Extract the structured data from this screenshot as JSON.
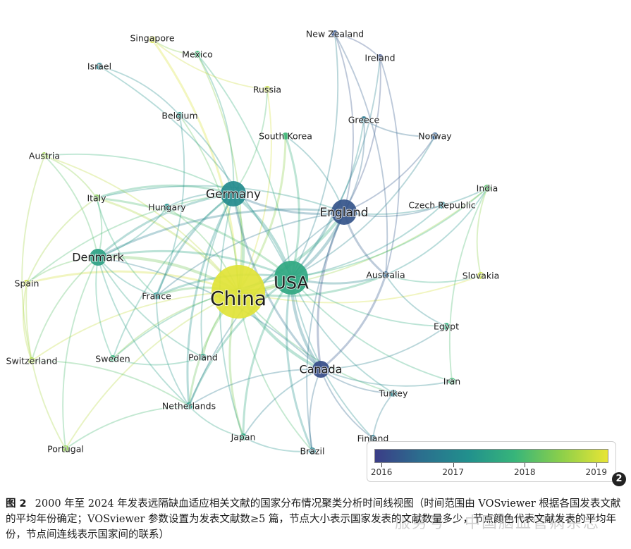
{
  "figure": {
    "caption_label": "图 2",
    "caption_text": "2000 年至 2024 年发表远隔缺血适应相关文献的国家分布情况聚类分析时间线视图（时间范围由 VOSviewer 根据各国发表文献的平均年份确定；VOSviewer 参数设置为发表文献数≥5 篇，节点大小表示国家发表的文献数量多少，节点颜色代表文献发表的平均年份，节点间连线表示国家间的联系）",
    "badge": "2",
    "watermark": "服务号 · 中国脑血管病杂志"
  },
  "legend": {
    "ticks": [
      "2016",
      "2017",
      "2018",
      "2019"
    ],
    "tick_values": [
      2016,
      2017,
      2018,
      2019
    ],
    "range": [
      2015.9,
      2019.15
    ],
    "colors": [
      "#3b3d87",
      "#2b6f8e",
      "#21908d",
      "#37b57a",
      "#8ccf4a",
      "#e8e535"
    ]
  },
  "network": {
    "nodes": [
      {
        "label": "China",
        "year": 2019.1,
        "size": "xl"
      },
      {
        "label": "USA",
        "year": 2017.6,
        "size": "l"
      },
      {
        "label": "Germany",
        "year": 2017.1,
        "size": "m"
      },
      {
        "label": "England",
        "year": 2016.2,
        "size": "m"
      },
      {
        "label": "Canada",
        "year": 2016.1,
        "size": "s"
      },
      {
        "label": "Denmark",
        "year": 2017.5,
        "size": "s"
      },
      {
        "label": "Australia",
        "year": 2016.4,
        "size": "xs"
      },
      {
        "label": "South Korea",
        "year": 2017.9,
        "size": "xs"
      },
      {
        "label": "Italy",
        "year": 2018.4,
        "size": "xs"
      },
      {
        "label": "France",
        "year": 2017.2,
        "size": "xs"
      },
      {
        "label": "Netherlands",
        "year": 2017.4,
        "size": "xs"
      },
      {
        "label": "Japan",
        "year": 2017.6,
        "size": "xs"
      },
      {
        "label": "Brazil",
        "year": 2016.9,
        "size": "xs"
      },
      {
        "label": "Sweden",
        "year": 2017.8,
        "size": "xs"
      },
      {
        "label": "Spain",
        "year": 2018.9,
        "size": "xs"
      },
      {
        "label": "Singapore",
        "year": 2019.0,
        "size": "xs"
      },
      {
        "label": "Mexico",
        "year": 2017.9,
        "size": "xs"
      },
      {
        "label": "Russia",
        "year": 2018.9,
        "size": "xs"
      },
      {
        "label": "Belgium",
        "year": 2017.3,
        "size": "xs"
      },
      {
        "label": "Israel",
        "year": 2016.9,
        "size": "xs"
      },
      {
        "label": "Austria",
        "year": 2018.6,
        "size": "xs"
      },
      {
        "label": "Hungary",
        "year": 2017.2,
        "size": "xs"
      },
      {
        "label": "Poland",
        "year": 2017.5,
        "size": "xs"
      },
      {
        "label": "Switzerland",
        "year": 2018.7,
        "size": "xs"
      },
      {
        "label": "Portugal",
        "year": 2018.5,
        "size": "xs"
      },
      {
        "label": "New Zealand",
        "year": 2016.2,
        "size": "xs"
      },
      {
        "label": "Ireland",
        "year": 2016.1,
        "size": "xs"
      },
      {
        "label": "Greece",
        "year": 2016.7,
        "size": "xs"
      },
      {
        "label": "Norway",
        "year": 2016.3,
        "size": "xs"
      },
      {
        "label": "India",
        "year": 2018.1,
        "size": "xs"
      },
      {
        "label": "Czech Republic",
        "year": 2016.9,
        "size": "xs"
      },
      {
        "label": "Slovakia",
        "year": 2018.9,
        "size": "xs"
      },
      {
        "label": "Egypt",
        "year": 2017.7,
        "size": "xs"
      },
      {
        "label": "Iran",
        "year": 2017.9,
        "size": "xs"
      },
      {
        "label": "Turkey",
        "year": 2016.9,
        "size": "xs"
      },
      {
        "label": "Finland",
        "year": 2016.7,
        "size": "xs"
      }
    ],
    "links": [
      [
        "China",
        "USA",
        5
      ],
      [
        "China",
        "Germany",
        3
      ],
      [
        "China",
        "England",
        3
      ],
      [
        "China",
        "Canada",
        3
      ],
      [
        "China",
        "Denmark",
        3
      ],
      [
        "China",
        "Australia",
        2
      ],
      [
        "China",
        "Italy",
        2
      ],
      [
        "China",
        "France",
        2
      ],
      [
        "China",
        "Netherlands",
        2
      ],
      [
        "China",
        "Japan",
        2
      ],
      [
        "China",
        "Singapore",
        2
      ],
      [
        "China",
        "Spain",
        2
      ],
      [
        "China",
        "South Korea",
        2
      ],
      [
        "China",
        "Sweden",
        1
      ],
      [
        "China",
        "Brazil",
        1
      ],
      [
        "China",
        "Russia",
        1
      ],
      [
        "China",
        "Austria",
        1
      ],
      [
        "China",
        "Switzerland",
        1
      ],
      [
        "China",
        "Portugal",
        1
      ],
      [
        "China",
        "Hungary",
        1
      ],
      [
        "China",
        "Poland",
        1
      ],
      [
        "China",
        "India",
        1
      ],
      [
        "China",
        "Slovakia",
        1
      ],
      [
        "China",
        "Turkey",
        1
      ],
      [
        "China",
        "Mexico",
        1
      ],
      [
        "China",
        "Belgium",
        1
      ],
      [
        "USA",
        "Germany",
        3
      ],
      [
        "USA",
        "England",
        3
      ],
      [
        "USA",
        "Canada",
        3
      ],
      [
        "USA",
        "Denmark",
        2
      ],
      [
        "USA",
        "Australia",
        2
      ],
      [
        "USA",
        "Japan",
        2
      ],
      [
        "USA",
        "Brazil",
        2
      ],
      [
        "USA",
        "South Korea",
        2
      ],
      [
        "USA",
        "France",
        2
      ],
      [
        "USA",
        "Italy",
        2
      ],
      [
        "USA",
        "Netherlands",
        2
      ],
      [
        "USA",
        "India",
        1
      ],
      [
        "USA",
        "Israel",
        1
      ],
      [
        "USA",
        "New Zealand",
        1
      ],
      [
        "USA",
        "Ireland",
        1
      ],
      [
        "USA",
        "Greece",
        1
      ],
      [
        "USA",
        "Norway",
        1
      ],
      [
        "USA",
        "Egypt",
        1
      ],
      [
        "USA",
        "Iran",
        1
      ],
      [
        "USA",
        "Turkey",
        1
      ],
      [
        "USA",
        "Finland",
        1
      ],
      [
        "USA",
        "Mexico",
        1
      ],
      [
        "USA",
        "Sweden",
        1
      ],
      [
        "USA",
        "Czech Republic",
        1
      ],
      [
        "Germany",
        "England",
        2
      ],
      [
        "Germany",
        "Denmark",
        2
      ],
      [
        "Germany",
        "Italy",
        2
      ],
      [
        "Germany",
        "France",
        2
      ],
      [
        "Germany",
        "Netherlands",
        2
      ],
      [
        "Germany",
        "Canada",
        2
      ],
      [
        "Germany",
        "Austria",
        1
      ],
      [
        "Germany",
        "Hungary",
        1
      ],
      [
        "Germany",
        "Sweden",
        1
      ],
      [
        "Germany",
        "Belgium",
        1
      ],
      [
        "Germany",
        "Poland",
        1
      ],
      [
        "Germany",
        "Spain",
        1
      ],
      [
        "Germany",
        "Japan",
        1
      ],
      [
        "Germany",
        "Mexico",
        1
      ],
      [
        "Germany",
        "Russia",
        1
      ],
      [
        "England",
        "Canada",
        2
      ],
      [
        "England",
        "Australia",
        2
      ],
      [
        "England",
        "Denmark",
        2
      ],
      [
        "England",
        "New Zealand",
        1
      ],
      [
        "England",
        "Ireland",
        1
      ],
      [
        "England",
        "Greece",
        1
      ],
      [
        "England",
        "Norway",
        1
      ],
      [
        "England",
        "India",
        1
      ],
      [
        "England",
        "Czech Republic",
        1
      ],
      [
        "England",
        "Netherlands",
        1
      ],
      [
        "England",
        "France",
        1
      ],
      [
        "England",
        "Italy",
        1
      ],
      [
        "England",
        "Brazil",
        1
      ],
      [
        "England",
        "South Korea",
        1
      ],
      [
        "Canada",
        "Australia",
        2
      ],
      [
        "Canada",
        "Brazil",
        1
      ],
      [
        "Canada",
        "Turkey",
        1
      ],
      [
        "Canada",
        "Finland",
        1
      ],
      [
        "Canada",
        "Japan",
        1
      ],
      [
        "Canada",
        "Netherlands",
        1
      ],
      [
        "Canada",
        "Egypt",
        1
      ],
      [
        "Canada",
        "Iran",
        1
      ],
      [
        "Canada",
        "Denmark",
        1
      ],
      [
        "Denmark",
        "Sweden",
        1
      ],
      [
        "Denmark",
        "Netherlands",
        1
      ],
      [
        "Denmark",
        "France",
        1
      ],
      [
        "Denmark",
        "Italy",
        1
      ],
      [
        "Denmark",
        "Spain",
        1
      ],
      [
        "Denmark",
        "Hungary",
        1
      ],
      [
        "Denmark",
        "Poland",
        1
      ],
      [
        "Denmark",
        "Austria",
        1
      ],
      [
        "Denmark",
        "Switzerland",
        1
      ],
      [
        "Denmark",
        "Portugal",
        1
      ],
      [
        "Australia",
        "New Zealand",
        1
      ],
      [
        "Australia",
        "India",
        1
      ],
      [
        "Australia",
        "Slovakia",
        1
      ],
      [
        "Australia",
        "Egypt",
        1
      ],
      [
        "Australia",
        "Ireland",
        1
      ],
      [
        "Italy",
        "Spain",
        1
      ],
      [
        "Italy",
        "France",
        1
      ],
      [
        "Italy",
        "Austria",
        1
      ],
      [
        "France",
        "Netherlands",
        1
      ],
      [
        "France",
        "Belgium",
        1
      ],
      [
        "Netherlands",
        "Portugal",
        1
      ],
      [
        "Netherlands",
        "Switzerland",
        1
      ],
      [
        "Netherlands",
        "Japan",
        1
      ],
      [
        "Japan",
        "Brazil",
        1
      ],
      [
        "Singapore",
        "Mexico",
        1
      ],
      [
        "Singapore",
        "Russia",
        1
      ],
      [
        "Spain",
        "Portugal",
        1
      ],
      [
        "Spain",
        "Switzerland",
        1
      ],
      [
        "India",
        "Slovakia",
        1
      ],
      [
        "India",
        "Iran",
        1
      ],
      [
        "Greece",
        "Norway",
        1
      ],
      [
        "Ireland",
        "New Zealand",
        1
      ],
      [
        "Turkey",
        "Finland",
        1
      ],
      [
        "Belgium",
        "Israel",
        1
      ],
      [
        "Austria",
        "Switzerland",
        1
      ],
      [
        "Sweden",
        "Poland",
        1
      ]
    ]
  }
}
